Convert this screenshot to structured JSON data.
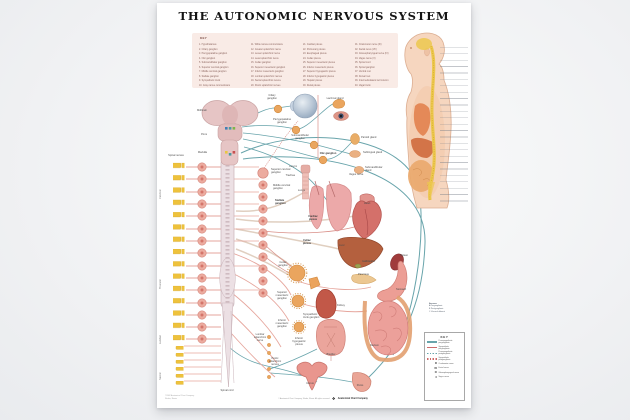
{
  "title": "THE AUTONOMIC NERVOUS SYSTEM",
  "key_top": {
    "title": "KEY",
    "columns": [
      {
        "items": [
          "1. Hypothalamus",
          "2. Ciliary ganglion",
          "3. Pterygopalatine ganglion",
          "4. Otic ganglion",
          "5. Submandibular ganglion",
          "6. Superior cervical ganglion",
          "7. Middle cervical ganglion",
          "8. Stellate ganglion",
          "9. Sympathetic trunk",
          "10. Gray ramus communicans"
        ]
      },
      {
        "items": [
          "11. White ramus communicans",
          "12. Greater splanchnic nerve",
          "13. Lesser splanchnic nerve",
          "14. Least splanchnic nerve",
          "15. Celiac ganglion",
          "16. Superior mesenteric ganglion",
          "17. Inferior mesenteric ganglion",
          "18. Lumbar splanchnic nerves",
          "19. Sacral splanchnic nerves",
          "20. Pelvic splanchnic nerves"
        ]
      },
      {
        "items": [
          "21. Cardiac plexus",
          "22. Pulmonary plexus",
          "23. Esophageal plexus",
          "24. Celiac plexus",
          "25. Superior mesenteric plexus",
          "26. Inferior mesenteric plexus",
          "27. Superior hypogastric plexus",
          "28. Inferior hypogastric plexus",
          "29. Hepatic plexus",
          "30. Renal plexus"
        ]
      },
      {
        "items": [
          "31. Oculomotor nerve (III)",
          "32. Facial nerve (VII)",
          "33. Glossopharyngeal nerve (IX)",
          "34. Vagus nerve (X)",
          "35. Spinal cord",
          "36. Spinal ganglion",
          "37. Ventral root",
          "38. Dorsal root",
          "39. Intermediolateral cell column",
          "40. Vagal trunk"
        ]
      }
    ]
  },
  "labels": {
    "midbrain": "Midbrain",
    "pons": "Pons",
    "medulla": "Medulla",
    "spinal_nerves": "Spinal nerves",
    "ciliary": "Ciliary\nganglion",
    "pterygopalatine": "Pterygopalatine\nganglion",
    "submandibular_ganglion": "Submandibular\nganglion",
    "otic": "Otic ganglion",
    "lacrimal": "Lacrimal gland",
    "parotid": "Parotid gland",
    "sublingual": "Sublingual gland",
    "submandibular_gland": "Submandibular\ngland",
    "vagus": "Vagus nerve",
    "superior_cervical": "Superior cervical\nganglion",
    "middle_cervical": "Middle cervical\nganglion",
    "stellate": "Stellate\nganglion",
    "cardiac_plexus": "Cardiac\nplexus",
    "celiac_plexus": "Celiac\nplexus",
    "celiac_ganglion": "Celiac\nganglion",
    "superior_mesenteric": "Superior\nmesenteric\nganglion",
    "inferior_mesenteric": "Inferior\nmesenteric\nganglion",
    "lumbar_splanchnic": "Lumbar\nsplanchnic\nnerve",
    "pelvic_splanchnic": "Pelvic\nsplanchnic\nnerves",
    "hypogastric": "Inferior\nhypogastric\nplexus",
    "sympathetic_trunk": "Sympathetic\ntrunk ganglion",
    "larynx": "Larynx",
    "trachea": "Trachea",
    "lungs": "Lungs",
    "heart": "Heart",
    "liver": "Liver",
    "gallbladder": "Gallbladder",
    "spleen": "Spleen",
    "stomach": "Stomach",
    "pancreas": "Pancreas",
    "kidney": "Kidney",
    "bladder": "Bladder",
    "rectum": "Rectum",
    "uterus": "Uterus",
    "penis": "Penis",
    "spinal_cord": "Spinal cord",
    "cervical": "Cervical",
    "thoracic": "Thoracic",
    "lumbar": "Lumbar",
    "sacral": "Sacral"
  },
  "mini_key": {
    "title": "Arrows:",
    "items": [
      "A  Preganglionic",
      "B  Postganglionic",
      "C  Visceral afferent"
    ]
  },
  "key_bottom": {
    "title": "KEY",
    "rows": [
      {
        "sym": "",
        "label": "Parasympathetic\npreganglionic"
      },
      {
        "sym": "",
        "label": "Sympathetic\npreganglionic"
      },
      {
        "sym": "",
        "label": "Parasympathetic\npostganglionic"
      },
      {
        "sym": "",
        "label": "Sympathetic\npostganglionic"
      },
      {
        "sym": "III",
        "label": "Oculomotor nerve"
      },
      {
        "sym": "VII",
        "label": "Facial nerve"
      },
      {
        "sym": "IX",
        "label": "Glossopharyngeal nerve"
      },
      {
        "sym": "X",
        "label": "Vagus nerve"
      }
    ]
  },
  "footer": {
    "left_note": "©2002 Anatomical Chart Company\nSkokie, Illinois",
    "credit_line": "© Anatomical Chart Company, Skokie, Illinois. All rights reserved.",
    "logo": "❖",
    "brand": "Anatomical Chart Company"
  }
}
